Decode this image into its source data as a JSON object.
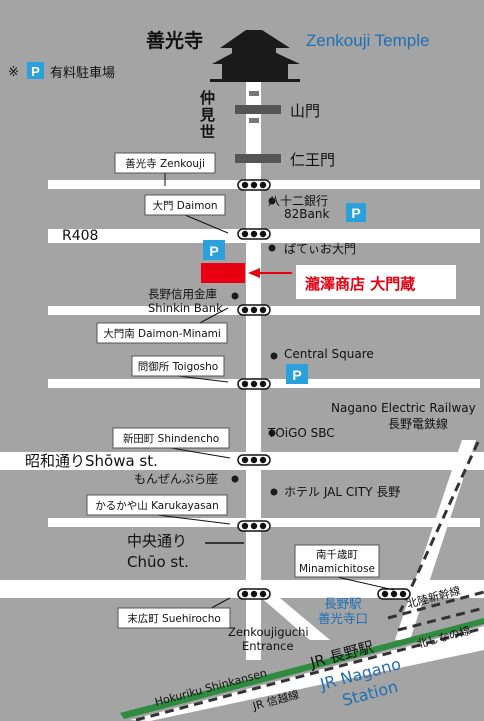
{
  "title_jp": "善光寺",
  "title_en": "Zenkouji Temple",
  "legend": {
    "mark": "※",
    "p": "P",
    "text": "有料駐車場"
  },
  "temple_gates": [
    "山門",
    "仁王門"
  ],
  "approach_label": [
    "仲",
    "見",
    "世"
  ],
  "stops": [
    "善光寺 Zenkouji",
    "大門 Daimon",
    "大門南 Daimon-Minami",
    "問御所 Toigosho",
    "新田町 Shindencho",
    "かるかや山 Karukayasan",
    "末広町 Suehirocho",
    "南千歳町 Minamichitose"
  ],
  "landmarks": {
    "bank82_jp": "八十二銀行",
    "bank82_en": "82Bank",
    "patio": "ぱてぃお大門",
    "shinkin_jp": "長野信用金庫",
    "shinkin_en": "Shinkin Bank",
    "central": "Central Square",
    "toigo": "TOiGO SBC",
    "monzen": "もんぜんぷら座",
    "hotel": "ホテル JAL CITY 長野"
  },
  "roads": {
    "r408": "R408",
    "showa": "昭和通りShōwa st.",
    "chuo_jp": "中央通り",
    "chuo_en": "Chūo st."
  },
  "railway": {
    "nagano_electric_en": "Nagano Electric Railway",
    "nagano_electric_jp": "長野電鉄線",
    "hokuriku_jp": "北陸新幹線",
    "hokuriku_en": "Hokuriku Shinkansen",
    "kitashinano": "北しなの線",
    "shinetsu": "JR 信越線"
  },
  "station": {
    "exit_jp1": "長野駅",
    "exit_jp2": "善光寺口",
    "entrance_en1": "Zenkoujiguchi",
    "entrance_en2": "Entrance",
    "jr_jp": "JR 長野駅",
    "jr_en1": "JR Nagano",
    "jr_en2": "Station"
  },
  "shop": "瀧澤商店 大門蔵",
  "colors": {
    "shop": "#e60012",
    "parking": "#2aa0dc",
    "road": "#ffffff",
    "background": "#a4a4a4"
  }
}
